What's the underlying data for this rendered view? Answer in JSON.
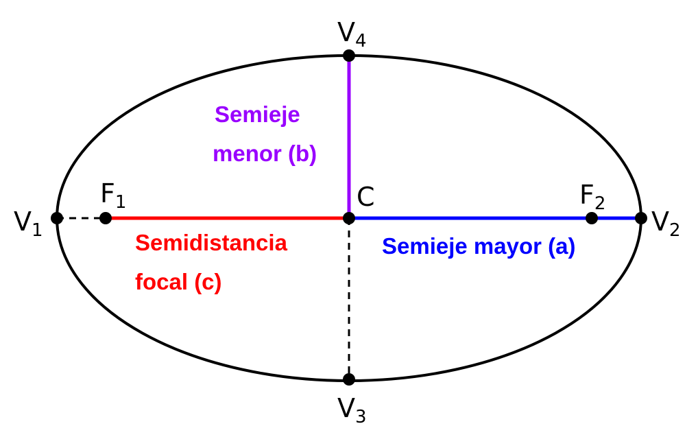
{
  "colors": {
    "outline": "#000000",
    "focal": "#ff0000",
    "major": "#0000ff",
    "minor": "#9900ff"
  },
  "points": {
    "V1": {
      "letter": "V",
      "sub": "1"
    },
    "V2": {
      "letter": "V",
      "sub": "2"
    },
    "V3": {
      "letter": "V",
      "sub": "3"
    },
    "V4": {
      "letter": "V",
      "sub": "4"
    },
    "F1": {
      "letter": "F",
      "sub": "1"
    },
    "F2": {
      "letter": "F",
      "sub": "2"
    },
    "C": {
      "letter": "C"
    }
  },
  "labels": {
    "minor_line1": "Semieje",
    "minor_line2": "menor (b)",
    "focal_line1": "Semidistancia",
    "focal_line2": "focal (c)",
    "major": "Semieje mayor (a)"
  }
}
